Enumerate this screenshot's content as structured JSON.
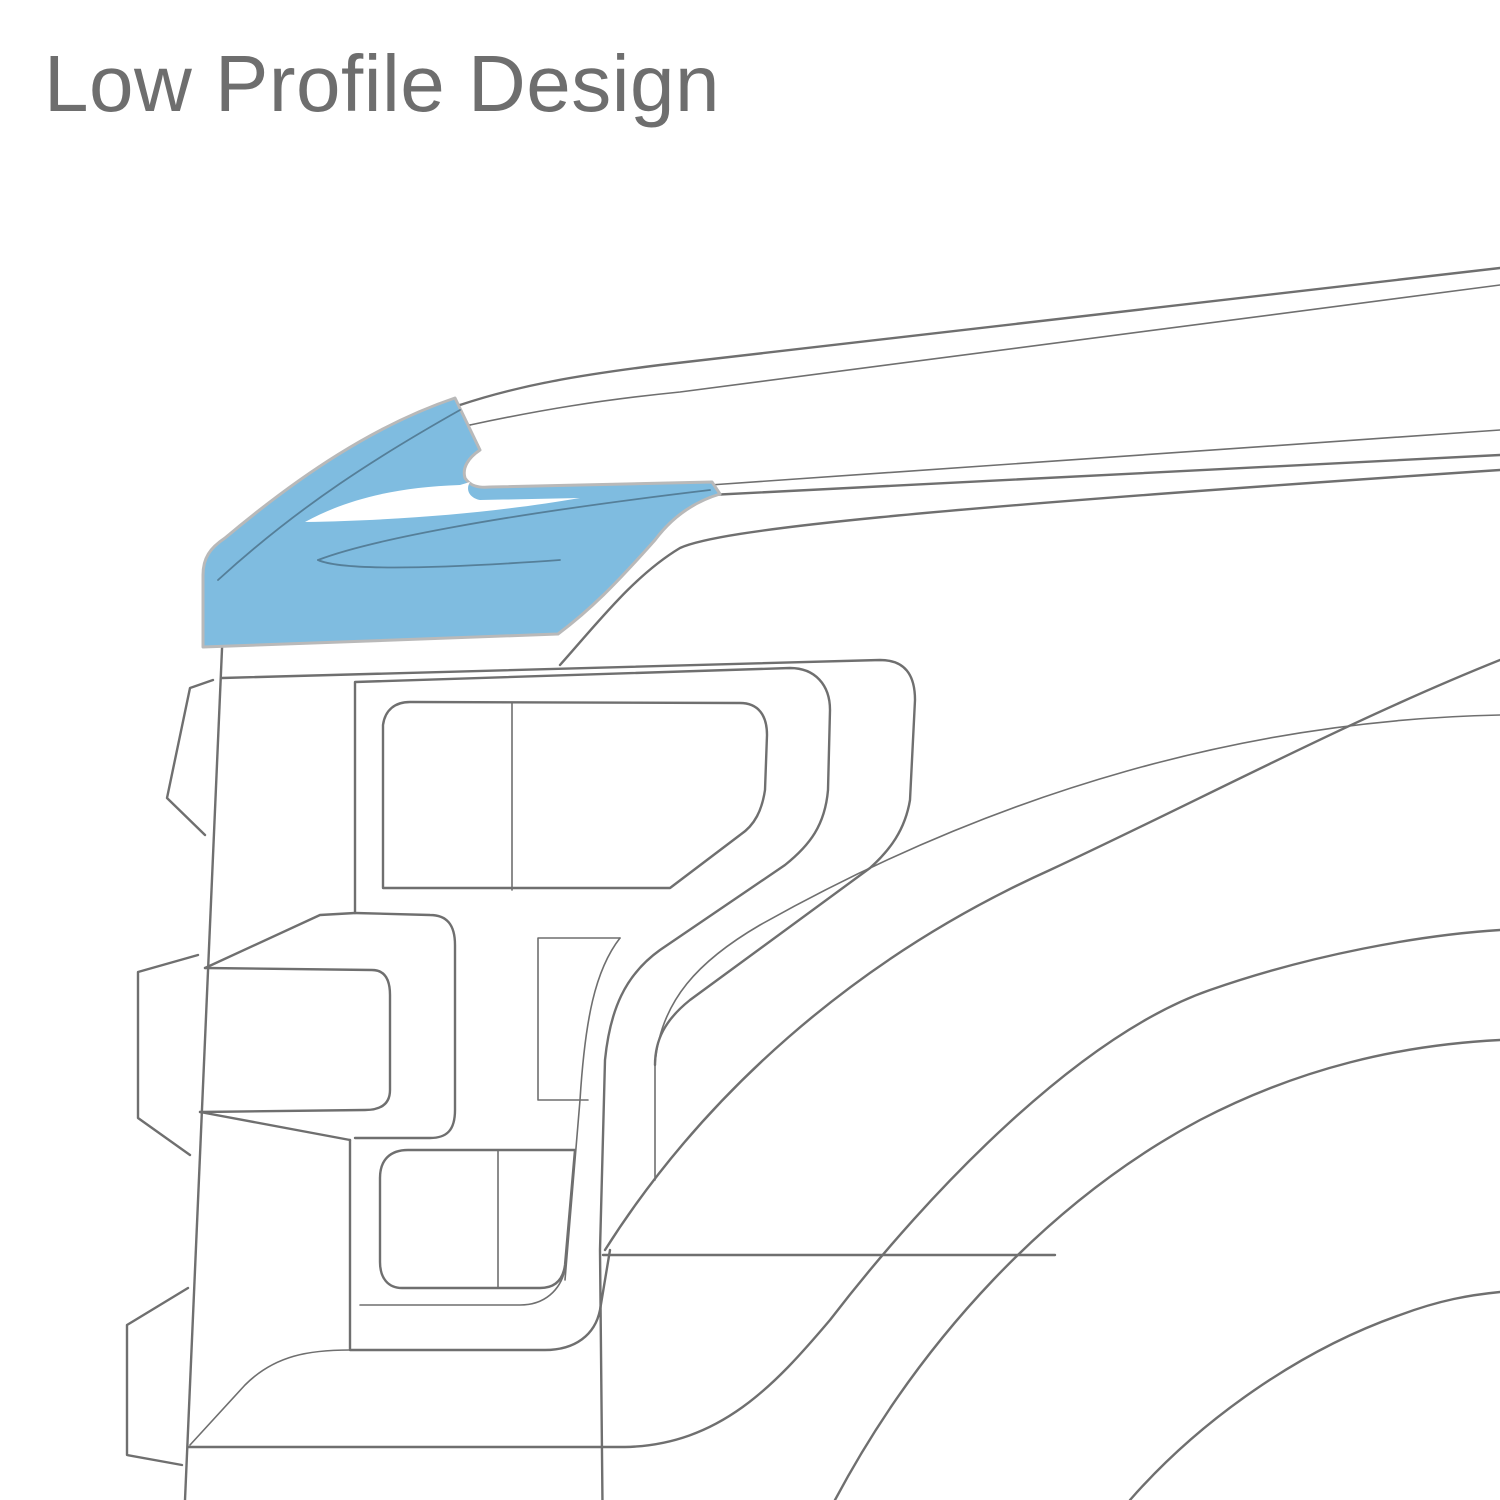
{
  "title": "Low Profile Design",
  "colors": {
    "title": "#6e6e6e",
    "outline": "#6f6f6f",
    "deflector_fill": "#7fbce0",
    "deflector_edge": "#b9b9b9",
    "background": "#ffffff"
  },
  "illustration": {
    "subject": "truck-front-line-drawing",
    "highlighted_part": "hood-deflector"
  }
}
